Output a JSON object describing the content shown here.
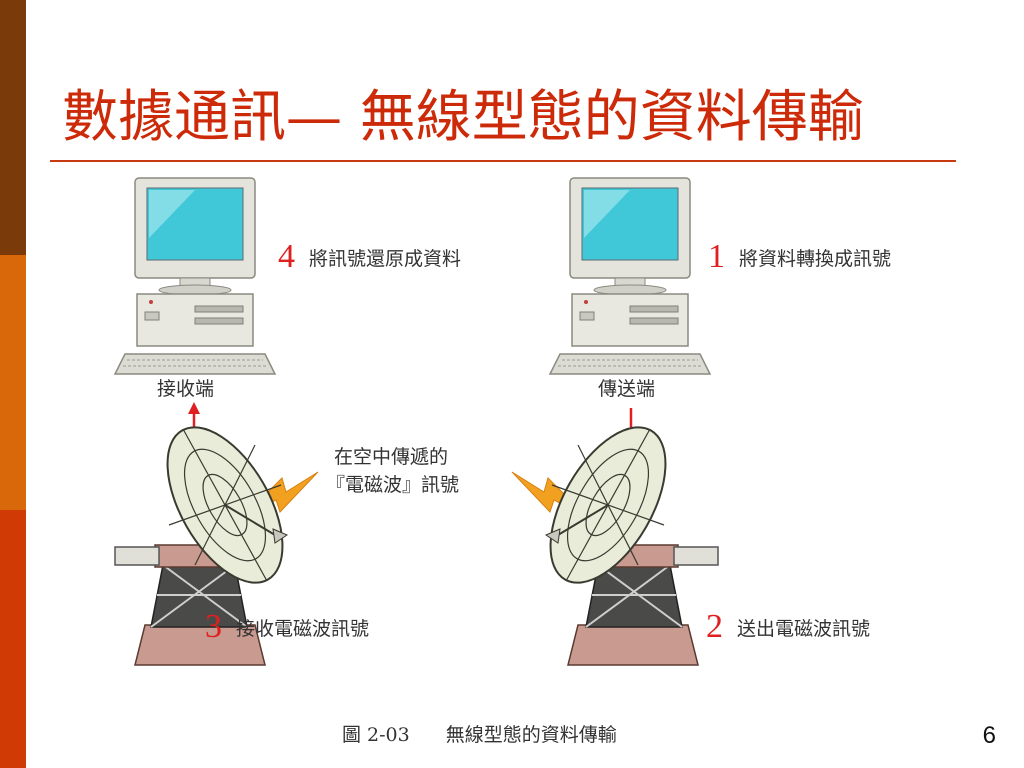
{
  "slide": {
    "title": "數據通訊— 無線型態的資料傳輸",
    "page_number": "6"
  },
  "colors": {
    "accent": "#cc2a08",
    "arrow": "#e02020",
    "wave": "#f2a020",
    "screen": "#40c8d8"
  },
  "receiver": {
    "label": "接收端",
    "step_num": "4",
    "step_text": "將訊號還原成資料"
  },
  "sender": {
    "label": "傳送端",
    "step_num": "1",
    "step_text": "將資料轉換成訊號"
  },
  "signal": {
    "line1": "在空中傳遞的",
    "line2": "『電磁波』訊號"
  },
  "dish_left": {
    "step_num": "3",
    "step_text": "接收電磁波訊號"
  },
  "dish_right": {
    "step_num": "2",
    "step_text": "送出電磁波訊號"
  },
  "caption": {
    "figure": "圖 2-03",
    "text": "無線型態的資料傳輸"
  }
}
